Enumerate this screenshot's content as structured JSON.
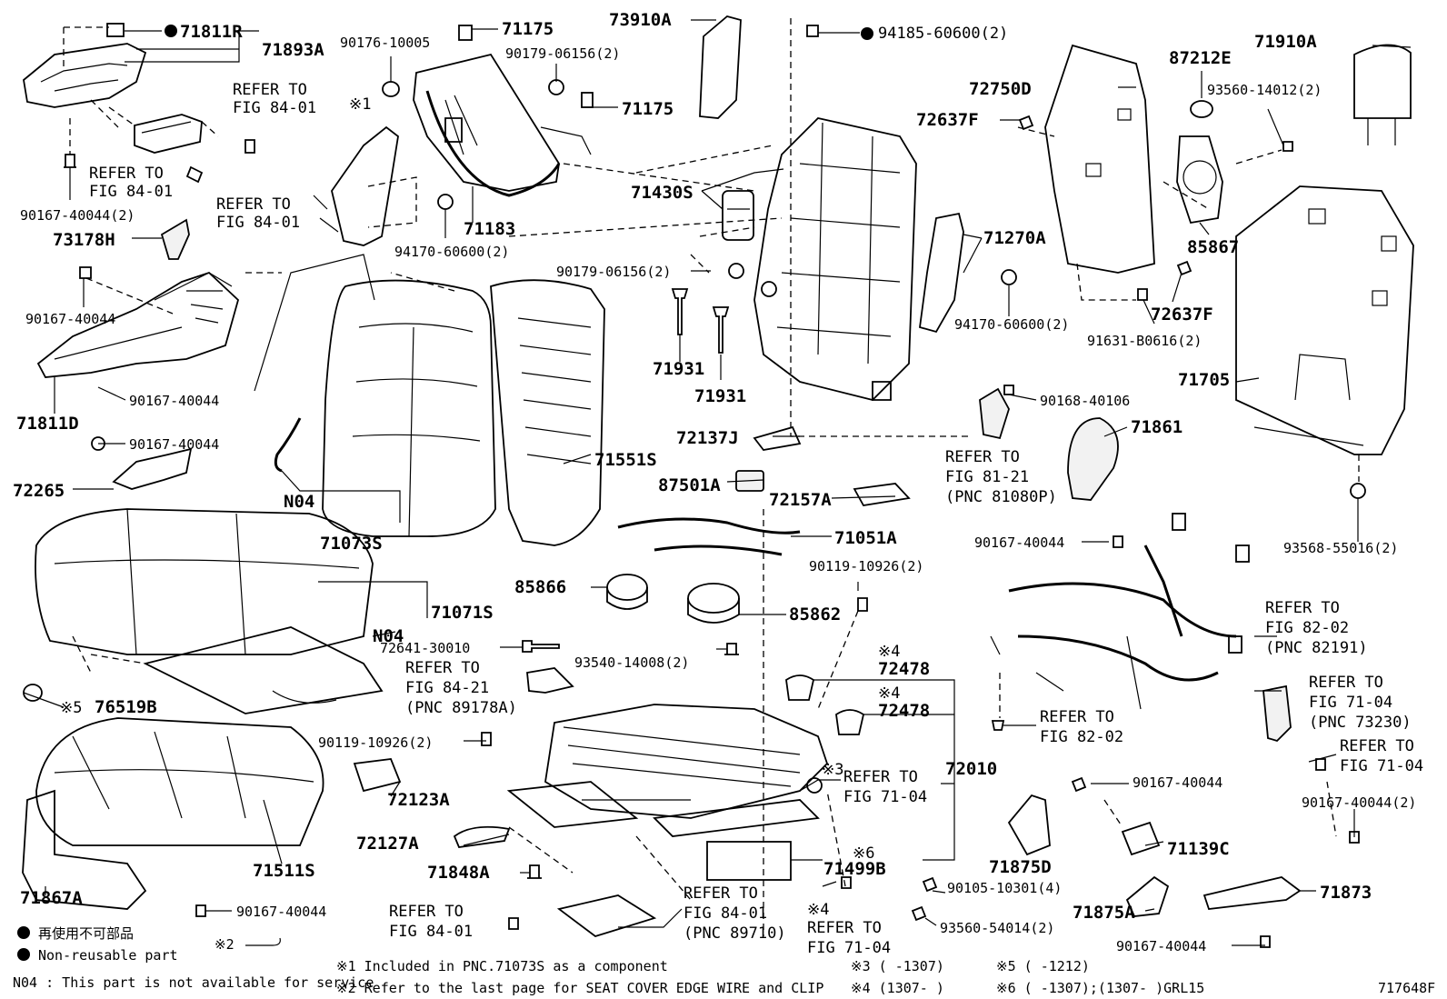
{
  "diagram_id": "717648F",
  "labels": {
    "l71811R": "71811R",
    "l71893A": "71893A",
    "l90176": "90176-10005",
    "l71175a": "71175",
    "l73910A": "73910A",
    "l94185": "94185-60600(2)",
    "l71910A": "71910A",
    "l90179a": "90179-06156(2)",
    "l71175b": "71175",
    "l72750D": "72750D",
    "l87212E": "87212E",
    "l93560a": "93560-14012(2)",
    "l72637Fa": "72637F",
    "l71430S": "71430S",
    "l71183": "71183",
    "l94170a": "94170-60600(2)",
    "l90167a": "90167-40044(2)",
    "l73178H": "73178H",
    "l90167b": "90167-40044",
    "l71270A": "71270A",
    "l85867": "85867",
    "l90179b": "90179-06156(2)",
    "l94170b": "94170-60600(2)",
    "l72637Fb": "72637F",
    "l91631": "91631-B0616(2)",
    "l71931a": "71931",
    "l71931b": "71931",
    "l71705": "71705",
    "l90167c": "90167-40044",
    "l71811D": "71811D",
    "l90168": "90168-40106",
    "l90167d": "90167-40044",
    "l72137J": "72137J",
    "l71861": "71861",
    "l72265": "72265",
    "l71551S": "71551S",
    "l87501A": "87501A",
    "l72157A": "72157A",
    "lN04a": "N04",
    "l71073S": "71073S",
    "l71051A": "71051A",
    "l90167e": "90167-40044",
    "l93568": "93568-55016(2)",
    "l90119a": "90119-10926(2)",
    "l85866": "85866",
    "l85862": "85862",
    "l71071S": "71071S",
    "lN04b": "N04",
    "l72641": "72641-30010",
    "l93540": "93540-14008(2)",
    "l72478a": "72478",
    "l72478b": "72478",
    "l76519B": "76519B",
    "l90119b": "90119-10926(2)",
    "l72010": "72010",
    "l90167f": "90167-40044",
    "l72123A": "72123A",
    "l72127A": "72127A",
    "l71875D": "71875D",
    "l71139C": "71139C",
    "l90167g": "90167-40044(2)",
    "l71848A": "71848A",
    "l71499B": "71499B",
    "l90105": "90105-10301(4)",
    "l71867A": "71867A",
    "l71511S": "71511S",
    "l71875A": "71875A",
    "l71873": "71873",
    "l90167h": "90167-40044",
    "l93560b": "93560-54014(2)",
    "l90167i": "90167-40044"
  },
  "refers": {
    "r1a": "REFER TO",
    "r1b": "FIG 84-01",
    "r2a": "REFER TO",
    "r2b": "FIG 84-01",
    "r3a": "REFER TO",
    "r3b": "FIG 84-01",
    "r4a": "REFER TO",
    "r4b": "FIG 81-21",
    "r4c": "(PNC 81080P)",
    "r5a": "REFER TO",
    "r5b": "FIG 82-02",
    "r5c": "(PNC 82191)",
    "r6a": "REFER TO",
    "r6b": "FIG 84-21",
    "r6c": "(PNC 89178A)",
    "r7a": "REFER TO",
    "r7b": "FIG 71-04",
    "r7c": "(PNC 73230)",
    "r8a": "REFER TO",
    "r8b": "FIG 82-02",
    "r9a": "REFER TO",
    "r9b": "FIG 71-04",
    "r10a": "REFER TO",
    "r10b": "FIG 71-04",
    "r11a": "REFER TO",
    "r11b": "FIG 84-01",
    "r12a": "REFER TO",
    "r12b": "FIG 84-01",
    "r12c": "(PNC 89710)",
    "r13a": "REFER TO",
    "r13b": "FIG 71-04"
  },
  "marks": {
    "m1": "※1",
    "m3": "※3",
    "m4a": "※4",
    "m4b": "※4",
    "m4c": "※4",
    "m5": "※5",
    "m6": "※6",
    "m2": "※2"
  },
  "legend": {
    "reuse_jp": "再使用不可部品",
    "reuse_en": "Non-reusable part",
    "n04": "N04 : This part is not available for service"
  },
  "footnotes": {
    "f1": "※1 Included in PNC.71073S as a component",
    "f2": "※2 Refer to the last page for SEAT COVER EDGE WIRE and CLIP",
    "f3": "※3 (     -1307)",
    "f4": "※4 (1307-      )",
    "f5": "※5 (     -1212)",
    "f6": "※6 (     -1307);(1307-     )GRL15"
  },
  "figure_code": "717648F"
}
